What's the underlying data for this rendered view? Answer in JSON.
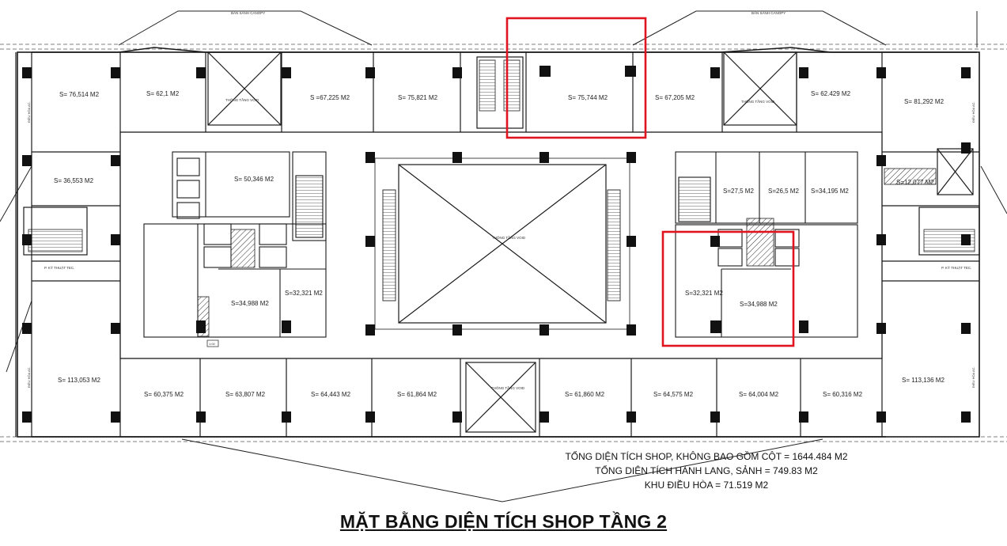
{
  "canopy_labels": [
    "BẢN SẢNH CANOPY",
    "BẢN SẢNH CANOPY"
  ],
  "void_label": "THÔNG TẦNG VOID",
  "atrium_label": "THÔNG TẦNG VOID",
  "tech_labels": [
    "P. KỸ THUẬT TEC.",
    "P. KỸ THUẬT TEC."
  ],
  "ac_vertical_labels": [
    "ĐIỀU HÒA AC.",
    "ĐIỀU HÒA AC.",
    "ĐIỀU HÒA AC.",
    "ĐIỀU HÒA AC."
  ],
  "scale_label": "1:00",
  "units": {
    "top_left_corner": "S= 76,514 M2",
    "top_1": "S= 62,1 M2",
    "top_2": "S =67,225 M2",
    "top_3": "S= 75,821 M2",
    "top_4": "S= 75,744 M2",
    "top_5": "S= 67,205 M2",
    "top_6": "S= 62.429 M2",
    "top_right_corner": "S= 81,292 M2",
    "left_small": "S= 36,553 M2",
    "core_left_big": "S= 50,346 M2",
    "core_left_a": "S=34,988 M2",
    "core_left_b": "S=32,321 M2",
    "core_right_a": "S=27,5 M2",
    "core_right_b": "S=26,5 M2",
    "core_right_c": "S=34,195 M2",
    "core_right_d": "S=32,321 M2",
    "core_right_e": "S=34,988 M2",
    "right_small": "S=12,077 M2",
    "bottom_left_corner": "S= 113,053 M2",
    "bottom_1": "S= 60,375 M2",
    "bottom_2": "S= 63,807 M2",
    "bottom_3": "S= 64,443 M2",
    "bottom_4": "S= 61,864 M2",
    "bottom_5": "S= 61,860 M2",
    "bottom_6": "S= 64,575 M2",
    "bottom_7": "S= 64,004 M2",
    "bottom_8": "S= 60,316 M2",
    "bottom_right_corner": "S= 113,136 M2"
  },
  "summary": {
    "line1": "TỔNG DIỆN TÍCH SHOP, KHÔNG BAO GỒM CỘT = 1644.484 M2",
    "line2": "TỔNG DIỆN TÍCH HÀNH LANG, SẢNH = 749.83 M2",
    "line3": "KHU ĐIỀU HÒA = 71.519 M2"
  },
  "title": "MẶT BẰNG DIỆN TÍCH SHOP TẦNG 2",
  "colors": {
    "highlight": "#e0141e",
    "line": "#1a1a1a",
    "column": "#111111"
  }
}
